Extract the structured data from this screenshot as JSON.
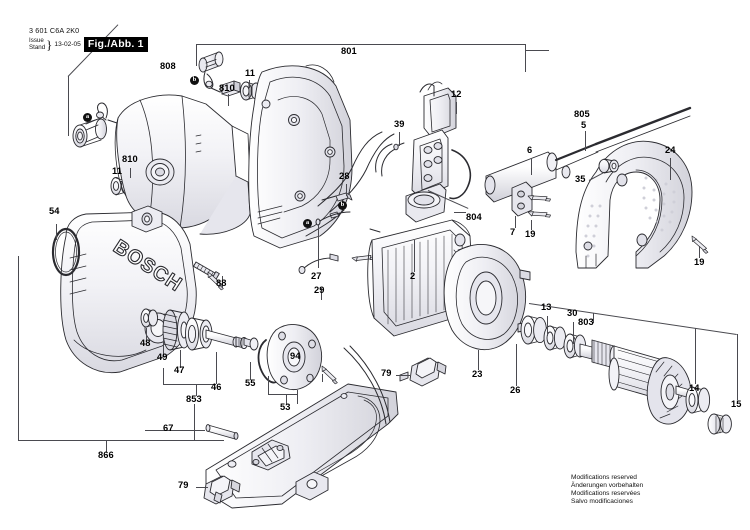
{
  "document": {
    "part_number": "3 601 C6A 2K0",
    "issue_label_en": "Issue",
    "issue_label_de": "Stand",
    "issue_date": "13-02-05",
    "figure_label": "Fig./Abb. 1",
    "title": "Bosch exploded parts diagram"
  },
  "footer": {
    "line_en": "Modifications reserved",
    "line_de": "Änderungen vorbehalten",
    "line_fr": "Modifications reservées",
    "line_es": "Salvo modificaciones"
  },
  "brand": {
    "name": "BOSCH"
  },
  "colors": {
    "background": "#ffffff",
    "line": "#2b2b30",
    "leader": "#4a4a50",
    "shade": "#d8d8df",
    "figbox_bg": "#000000",
    "figbox_fg": "#ffffff"
  },
  "key_markers": [
    {
      "id": "marker-a-upper",
      "text": "a"
    },
    {
      "id": "marker-b-upper",
      "text": "b"
    },
    {
      "id": "marker-a-lower",
      "text": "a"
    },
    {
      "id": "marker-b-lower",
      "text": "b"
    }
  ],
  "callouts": [
    {
      "id": "801",
      "text": "801"
    },
    {
      "id": "808",
      "text": "808"
    },
    {
      "id": "810-top",
      "text": "810"
    },
    {
      "id": "11-top",
      "text": "11"
    },
    {
      "id": "11-left",
      "text": "11"
    },
    {
      "id": "810-left",
      "text": "810"
    },
    {
      "id": "54",
      "text": "54"
    },
    {
      "id": "88",
      "text": "88"
    },
    {
      "id": "48",
      "text": "48"
    },
    {
      "id": "49",
      "text": "49"
    },
    {
      "id": "47",
      "text": "47"
    },
    {
      "id": "46",
      "text": "46"
    },
    {
      "id": "94",
      "text": "94"
    },
    {
      "id": "55",
      "text": "55"
    },
    {
      "id": "53",
      "text": "53"
    },
    {
      "id": "853",
      "text": "853"
    },
    {
      "id": "67",
      "text": "67"
    },
    {
      "id": "866",
      "text": "866"
    },
    {
      "id": "79-left",
      "text": "79"
    },
    {
      "id": "79-right",
      "text": "79"
    },
    {
      "id": "28",
      "text": "28"
    },
    {
      "id": "27",
      "text": "27"
    },
    {
      "id": "29",
      "text": "29"
    },
    {
      "id": "39",
      "text": "39"
    },
    {
      "id": "12",
      "text": "12"
    },
    {
      "id": "804",
      "text": "804"
    },
    {
      "id": "6",
      "text": "6"
    },
    {
      "id": "7",
      "text": "7"
    },
    {
      "id": "19-switch",
      "text": "19"
    },
    {
      "id": "805",
      "text": "805"
    },
    {
      "id": "5",
      "text": "5"
    },
    {
      "id": "35",
      "text": "35"
    },
    {
      "id": "24",
      "text": "24"
    },
    {
      "id": "19-handle",
      "text": "19"
    },
    {
      "id": "2",
      "text": "2"
    },
    {
      "id": "23",
      "text": "23"
    },
    {
      "id": "26",
      "text": "26"
    },
    {
      "id": "13",
      "text": "13"
    },
    {
      "id": "30",
      "text": "30"
    },
    {
      "id": "803",
      "text": "803"
    },
    {
      "id": "14",
      "text": "14"
    },
    {
      "id": "15",
      "text": "15"
    }
  ]
}
